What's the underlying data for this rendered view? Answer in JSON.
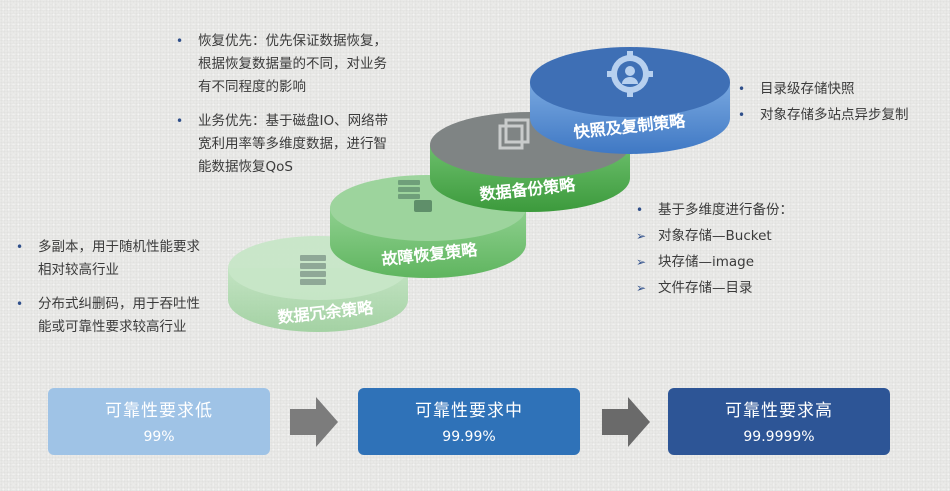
{
  "left_top_notes": [
    {
      "text": "恢复优先：优先保证数据恢复，\n根据恢复数据量的不同，对业务\n有不同程度的影响"
    },
    {
      "text": "业务优先：基于磁盘IO、网络带\n宽利用率等多维度数据，进行智\n能数据恢复QoS"
    }
  ],
  "left_bottom_notes": [
    {
      "text": "多副本，用于随机性能要求\n相对较高行业"
    },
    {
      "text": "分布式纠删码，用于吞吐性\n能或可靠性要求较高行业"
    }
  ],
  "right_top_notes": [
    {
      "text": "目录级存储快照"
    },
    {
      "text": "对象存储多站点异步复制"
    }
  ],
  "right_middle_notes": {
    "heading": "基于多维度进行备份：",
    "items": [
      "对象存储—Bucket",
      "块存储—image",
      "文件存储—目录"
    ]
  },
  "strategies": [
    {
      "label": "数据冗余策略",
      "color": "#a6d6a6",
      "icon": "server-rack-icon"
    },
    {
      "label": "故障恢复策略",
      "color": "#72c172",
      "icon": "server-restore-icon"
    },
    {
      "label": "数据备份策略",
      "color": "#4aa84a",
      "icon": "backup-copy-icon"
    },
    {
      "label": "快照及复制策略",
      "color": "#5b8fd0",
      "icon": "person-gear-icon"
    }
  ],
  "levels": [
    {
      "title": "可靠性要求低",
      "value": "99%",
      "color": "#9fc3e6"
    },
    {
      "title": "可靠性要求中",
      "value": "99.99%",
      "color": "#2f72b8"
    },
    {
      "title": "可靠性要求高",
      "value": "99.9999%",
      "color": "#2d5596"
    }
  ],
  "marks": {
    "bullet": "•",
    "arrow": "➢"
  }
}
